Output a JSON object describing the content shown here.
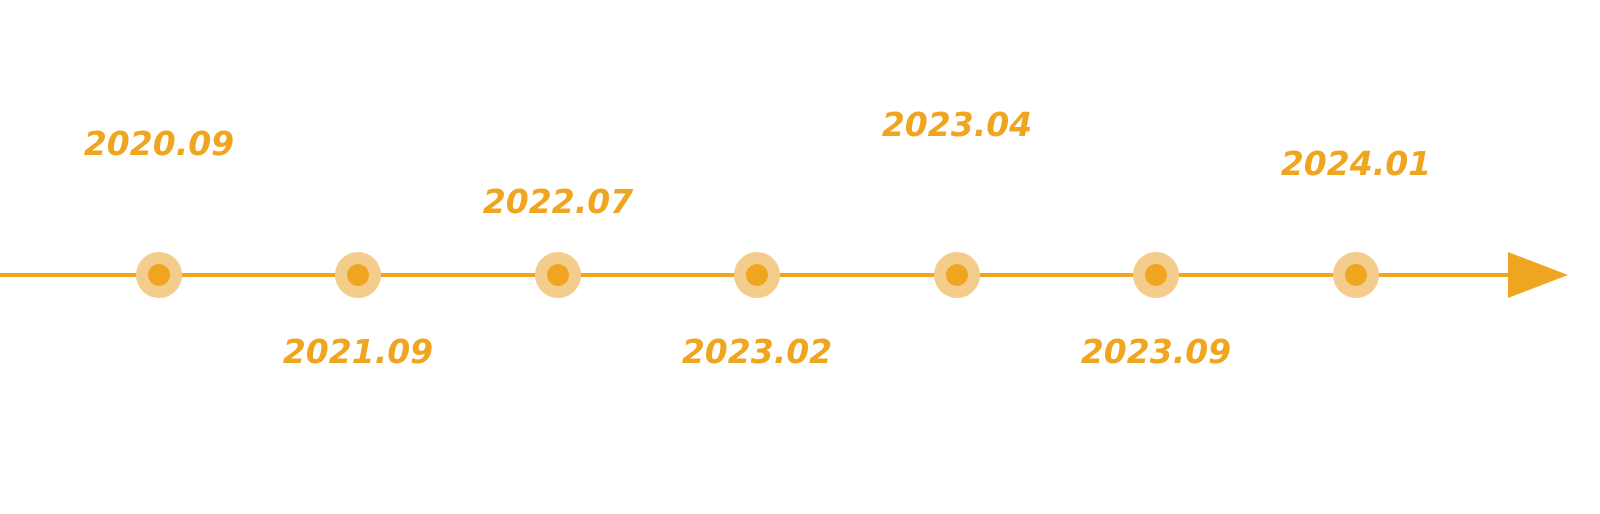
{
  "colors": {
    "accent": "#f0a520",
    "halo": "#f4cd8c"
  },
  "events": [
    {
      "date": "2020.09",
      "title": "",
      "desc": ""
    },
    {
      "date": "2021.09",
      "title": "",
      "desc": ""
    },
    {
      "date": "2022.07",
      "title": "",
      "desc": ""
    },
    {
      "date": "2023.02",
      "title": "",
      "desc": ""
    },
    {
      "date": "2023.04",
      "title": "",
      "desc": ""
    },
    {
      "date": "2023.09",
      "title": "",
      "desc": ""
    },
    {
      "date": "2024.01",
      "title": "",
      "desc": ""
    }
  ]
}
